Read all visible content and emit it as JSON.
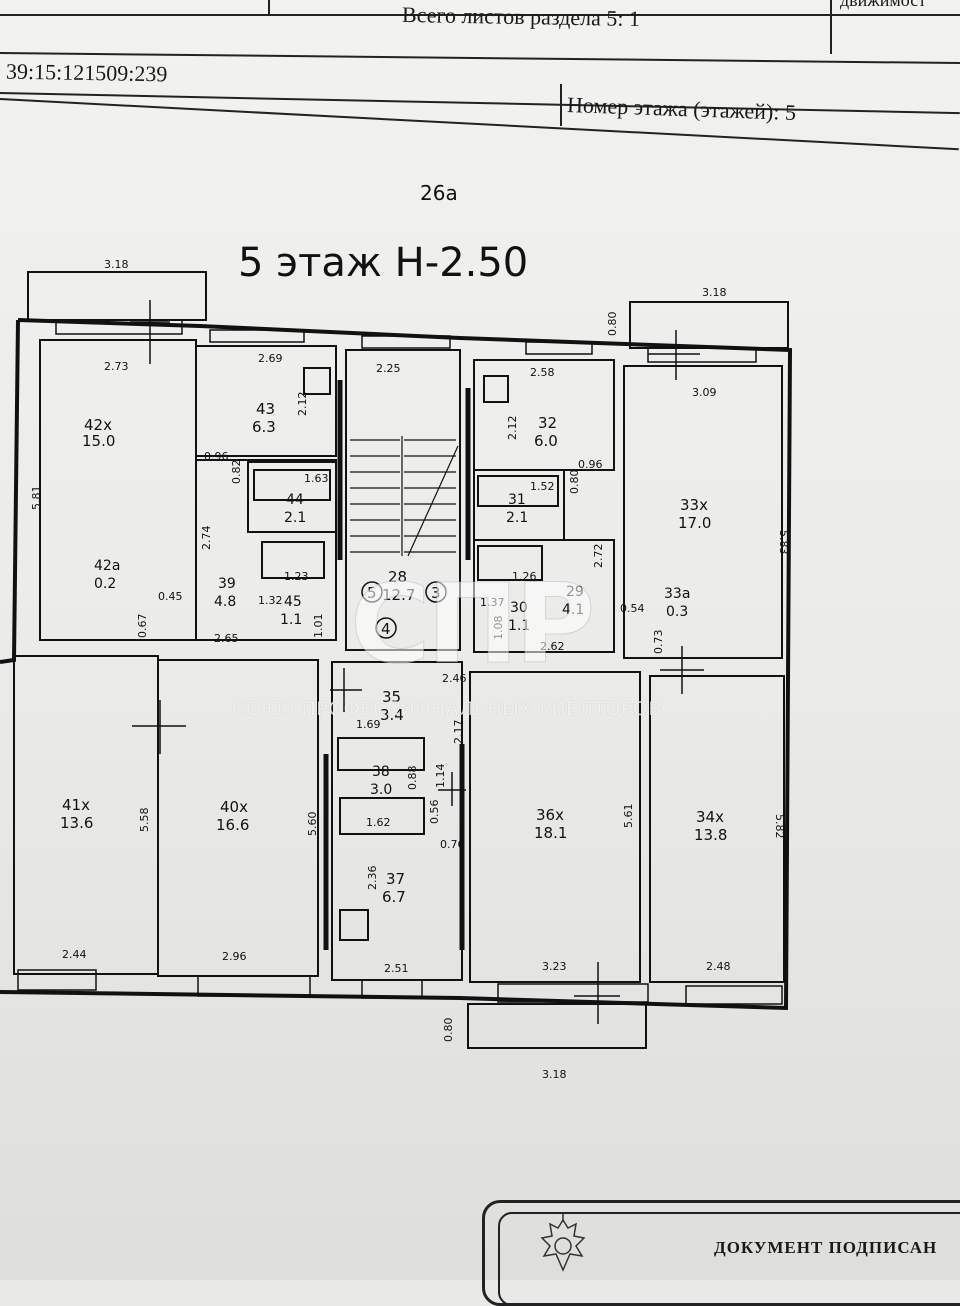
{
  "header": {
    "sheets_label": "Всего листов раздела 5: 1",
    "cadastral_number": "39:15:121509:239",
    "floor_label": "Номер этажа (этажей): 5",
    "corner_fragment": "движимост"
  },
  "plan": {
    "building": "26а",
    "title": "5 этаж H-2.50",
    "rooms": [
      {
        "id": "42x",
        "area": "15.0"
      },
      {
        "id": "43",
        "area": "6.3"
      },
      {
        "id": "44",
        "area": "2.1"
      },
      {
        "id": "42a",
        "area": "0.2"
      },
      {
        "id": "39",
        "area": "4.8"
      },
      {
        "id": "45",
        "area": "1.1"
      },
      {
        "id": "28",
        "area": "12.7"
      },
      {
        "id": "32",
        "area": "6.0"
      },
      {
        "id": "31",
        "area": "2.1"
      },
      {
        "id": "29",
        "area": "4.1"
      },
      {
        "id": "30",
        "area": "1.1"
      },
      {
        "id": "33x",
        "area": "17.0"
      },
      {
        "id": "33a",
        "area": "0.3"
      },
      {
        "id": "35",
        "area": "3.4"
      },
      {
        "id": "38",
        "area": "3.0"
      },
      {
        "id": "37",
        "area": "6.7"
      },
      {
        "id": "41x",
        "area": "13.6"
      },
      {
        "id": "40x",
        "area": "16.6"
      },
      {
        "id": "36x",
        "area": "18.1"
      },
      {
        "id": "34x",
        "area": "13.8"
      }
    ],
    "dims": [
      "3.18",
      "3.18",
      "2.73",
      "2.69",
      "2.25",
      "2.58",
      "3.09",
      "0.80",
      "5.81",
      "5.83",
      "2.12",
      "2.12",
      "0.96",
      "0.96",
      "0.82",
      "0.80",
      "1.63",
      "1.52",
      "1.23",
      "1.26",
      "1.32",
      "1.37",
      "1.01",
      "1.08",
      "2.74",
      "2.72",
      "0.45",
      "0.54",
      "0.67",
      "0.73",
      "2.65",
      "2.62",
      "2.46",
      "2.17",
      "1.69",
      "1.14",
      "0.88",
      "0.56",
      "0.76",
      "1.62",
      "5.58",
      "5.60",
      "5.61",
      "5.82",
      "2.36",
      "2.44",
      "2.96",
      "2.51",
      "3.23",
      "2.48",
      "0.80",
      "3.18"
    ],
    "stair_marks": [
      "5",
      "3",
      "4"
    ]
  },
  "watermark": {
    "logo": "СПР",
    "text": "СОЮЗ ПРОФЕССИОНАЛЬНЫХ РИЕЛТОРОВ"
  },
  "stamp": {
    "text": "ДОКУМЕНТ ПОДПИСАН"
  }
}
